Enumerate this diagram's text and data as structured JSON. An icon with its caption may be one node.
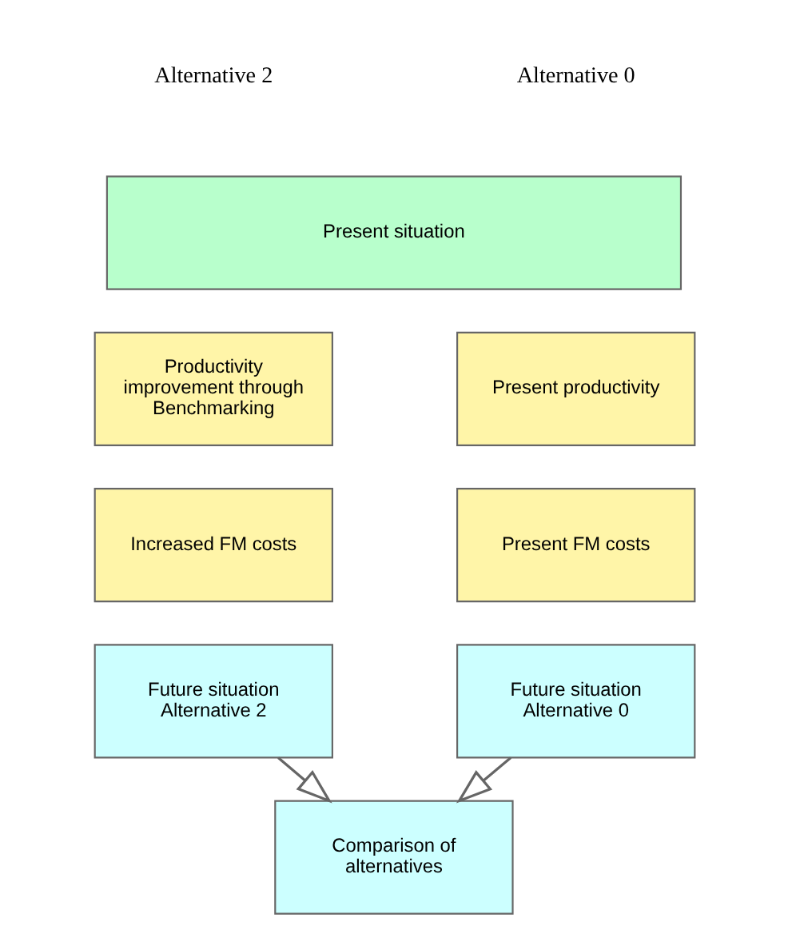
{
  "diagram": {
    "nodes": [
      {
        "text": [
          "Present situation"
        ]
      },
      {
        "text": [
          "Productivity improvement through Benchmarking"
        ]
      },
      {
        "text": [
          "Present productivity"
        ]
      },
      {
        "text": [
          "Increased FM costs"
        ]
      },
      {
        "text": [
          "Present FM costs"
        ]
      },
      {
        "text": [
          "Future situation Alternative 2"
        ]
      },
      {
        "text": [
          "Future situation Alternative 0"
        ]
      },
      {
        "text": [
          "Comparison of alternatives"
        ]
      }
    ],
    "edges": [
      {
        "from": 5,
        "to": 7,
        "arrow": "to"
      },
      {
        "from": 6,
        "to": 7,
        "arrow": "to"
      }
    ],
    "labels": [
      "Alternative 2",
      "Alternative 0"
    ]
  }
}
